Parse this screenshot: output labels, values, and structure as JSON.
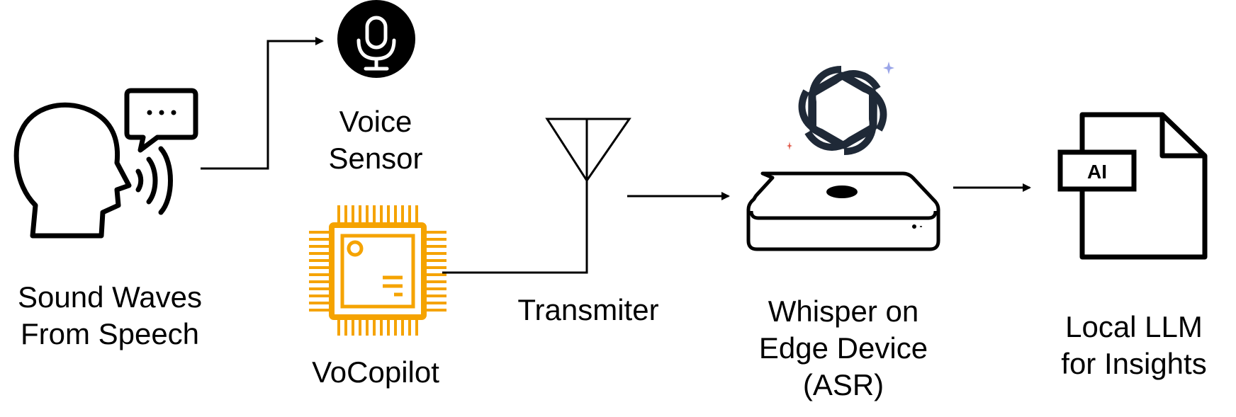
{
  "diagram": {
    "labels": {
      "sound_waves": [
        "Sound Waves",
        "From Speech"
      ],
      "voice_sensor": [
        "Voice",
        "Sensor"
      ],
      "vocopilot": "VoCopilot",
      "transmitter": "Transmiter",
      "whisper": [
        "Whisper on",
        "Edge Device",
        "(ASR)"
      ],
      "local_llm": [
        "Local LLM",
        "for Insights"
      ],
      "document_badge": "AI"
    },
    "icons": {
      "person": "speaking-head-icon",
      "speech_bubble": "speech-bubble-icon",
      "microphone": "microphone-icon",
      "chip": "microchip-icon",
      "antenna": "antenna-icon",
      "openai": "openai-logo-icon",
      "edge_device": "mac-mini-icon",
      "document": "ai-document-icon"
    },
    "colors": {
      "stroke": "#000000",
      "chip": "#F5A300",
      "logo": "#1f2937",
      "background": "#ffffff"
    }
  }
}
